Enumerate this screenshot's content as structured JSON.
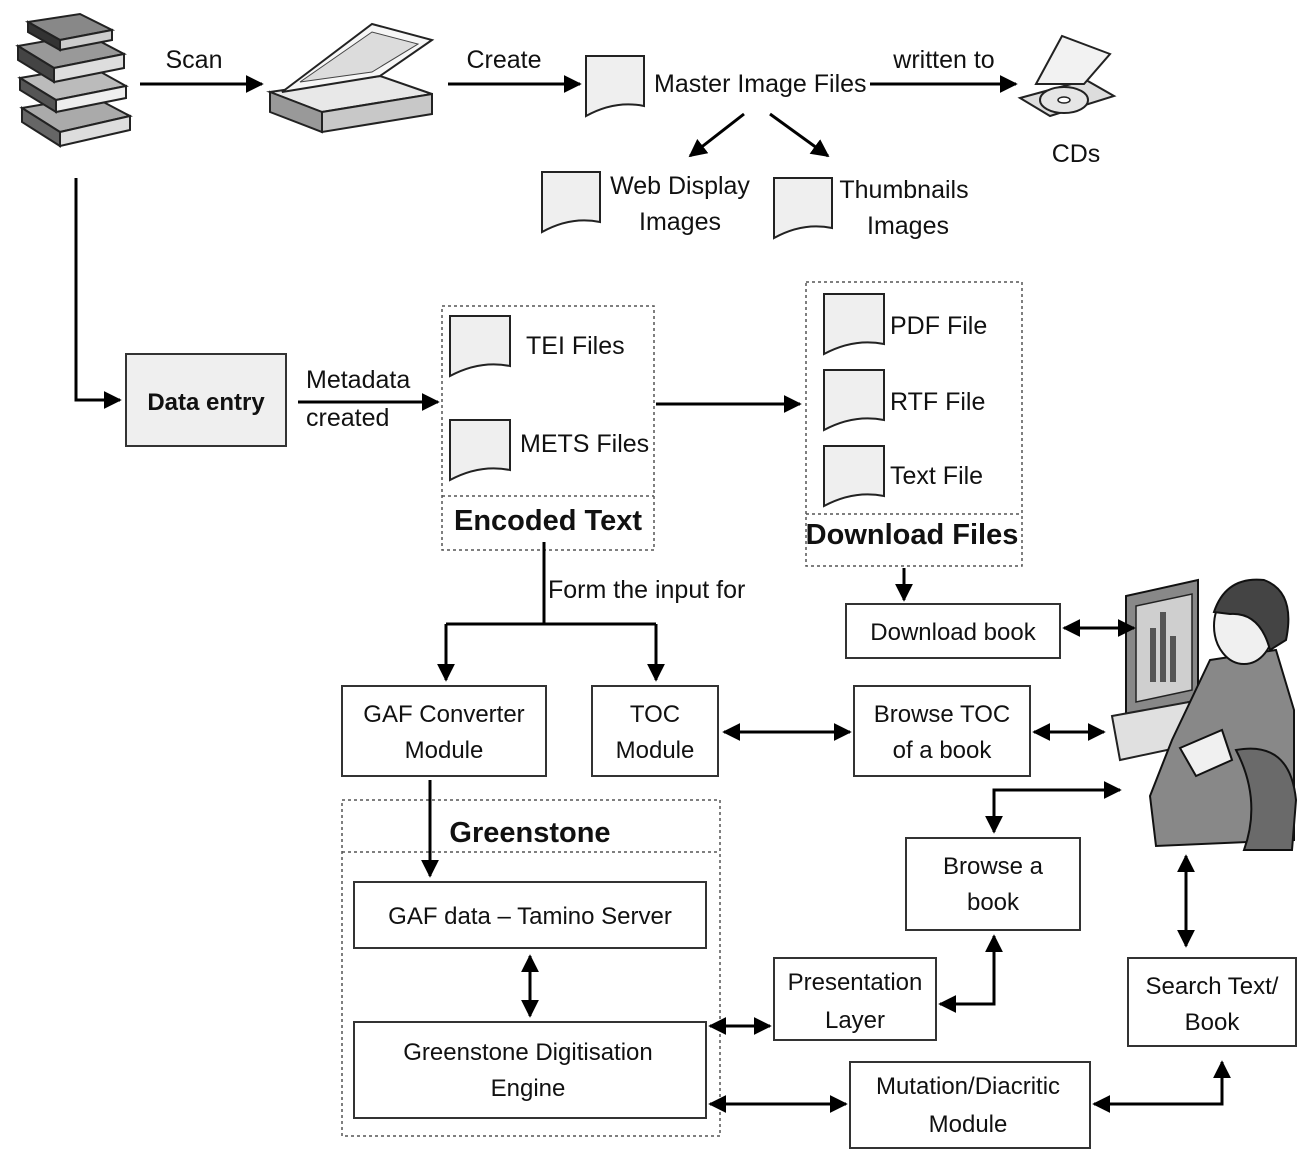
{
  "labels": {
    "scan": "Scan",
    "create": "Create",
    "master_image_files": "Master Image Files",
    "written_to": "written to",
    "cds": "CDs",
    "web_display_1": "Web Display",
    "web_display_2": "Images",
    "thumbnails_1": "Thumbnails",
    "thumbnails_2": "Images",
    "metadata": "Metadata",
    "created": "created",
    "tei_files": "TEI Files",
    "mets_files": "METS Files",
    "encoded_text": "Encoded Text",
    "pdf_file": "PDF File",
    "rtf_file": "RTF File",
    "text_file": "Text File",
    "download_files": "Download Files",
    "form_input": "Form the input for",
    "greenstone": "Greenstone"
  },
  "boxes": {
    "data_entry": "Data entry",
    "download_book": "Download book",
    "gaf_converter_1": "GAF Converter",
    "gaf_converter_2": "Module",
    "toc_module_1": "TOC",
    "toc_module_2": "Module",
    "browse_toc_1": "Browse TOC",
    "browse_toc_2": "of a book",
    "browse_book_1": "Browse a",
    "browse_book_2": "book",
    "gaf_data": "GAF data – Tamino Server",
    "presentation_1": "Presentation",
    "presentation_2": "Layer",
    "search_1": "Search Text/",
    "search_2": "Book",
    "engine_1": "Greenstone Digitisation",
    "engine_2": "Engine",
    "mutation_1": "Mutation/Diacritic",
    "mutation_2": "Module"
  },
  "icons": [
    "books-icon",
    "scanner-icon",
    "cd-icon",
    "user-computer-icon"
  ]
}
